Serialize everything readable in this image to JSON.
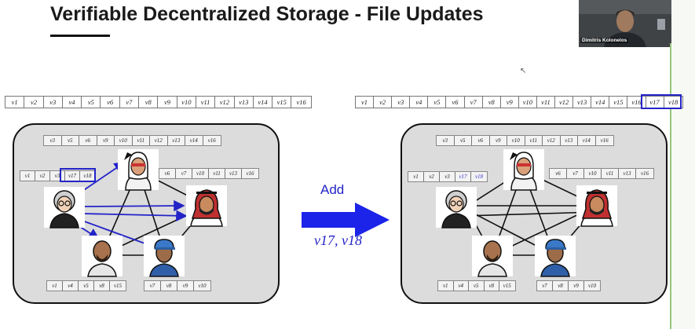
{
  "slide": {
    "title": "Verifiable Decentralized Storage - File Updates",
    "action_label": "Add",
    "added_vectors": "v17, v18"
  },
  "webcam": {
    "participant_name": "Dimitris Kolonelos"
  },
  "left": {
    "file_vector": [
      "v1",
      "v2",
      "v3",
      "v4",
      "v5",
      "v6",
      "v7",
      "v8",
      "v9",
      "v10",
      "v11",
      "v12",
      "v13",
      "v14",
      "v15",
      "v16"
    ],
    "nodes": {
      "top": [
        "v3",
        "v5",
        "v6",
        "v9",
        "v10",
        "v11",
        "v12",
        "v13",
        "v14",
        "v16"
      ],
      "upper_left": [
        "v1",
        "v2",
        "v3",
        "v17",
        "v18"
      ],
      "right": [
        "v6",
        "v7",
        "v10",
        "v11",
        "v13",
        "v16"
      ],
      "bottom_left": [
        "v1",
        "v4",
        "v5",
        "v8",
        "v15"
      ],
      "bottom_right": [
        "v7",
        "v8",
        "v9",
        "v10"
      ]
    }
  },
  "right": {
    "file_vector": [
      "v1",
      "v2",
      "v3",
      "v4",
      "v5",
      "v6",
      "v7",
      "v8",
      "v9",
      "v10",
      "v11",
      "v12",
      "v13",
      "v14",
      "v15",
      "v16",
      "v17",
      "v18"
    ],
    "nodes": {
      "top": [
        "v3",
        "v5",
        "v6",
        "v9",
        "v10",
        "v11",
        "v12",
        "v13",
        "v14",
        "v16"
      ],
      "upper_left": [
        "v1",
        "v2",
        "v3",
        "v17",
        "v18"
      ],
      "right": [
        "v6",
        "v7",
        "v10",
        "v11",
        "v13",
        "v16"
      ],
      "bottom_left": [
        "v1",
        "v4",
        "v5",
        "v8",
        "v15"
      ],
      "bottom_right": [
        "v7",
        "v8",
        "v9",
        "v10"
      ]
    }
  },
  "colors": {
    "accent": "#2323c8",
    "panel": "#dcdcdc",
    "presence_line": "#93c47d"
  },
  "icons": [
    "woman-with-glasses-icon",
    "woman-with-headscarf-icon",
    "man-with-keffiyeh-icon",
    "bald-man-icon",
    "man-with-cap-icon",
    "play-arrow-icon",
    "cursor-icon"
  ]
}
